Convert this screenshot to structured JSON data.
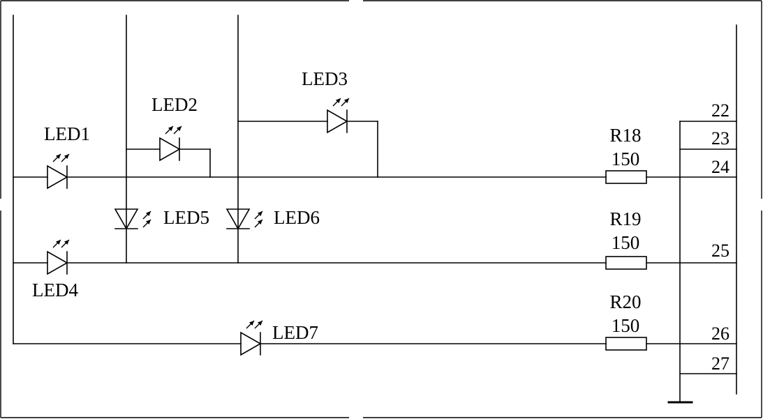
{
  "diagram": {
    "leds": {
      "led1": "LED1",
      "led2": "LED2",
      "led3": "LED3",
      "led4": "LED4",
      "led5": "LED5",
      "led6": "LED6",
      "led7": "LED7"
    },
    "resistors": {
      "r18": {
        "name": "R18",
        "value": "150"
      },
      "r19": {
        "name": "R19",
        "value": "150"
      },
      "r20": {
        "name": "R20",
        "value": "150"
      }
    },
    "connector_pins": [
      "22",
      "23",
      "24",
      "25",
      "26",
      "27"
    ]
  }
}
